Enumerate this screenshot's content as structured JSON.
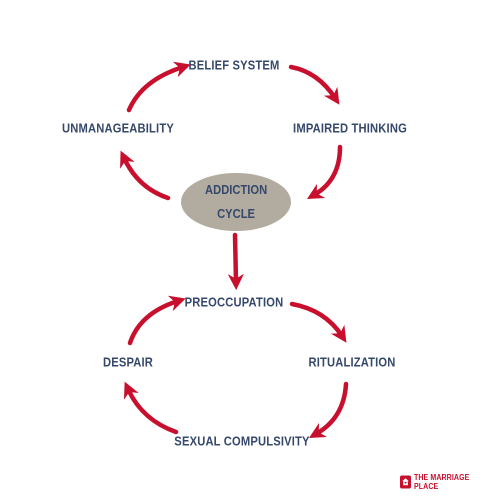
{
  "diagram": {
    "top_cycle": {
      "belief_system": "BELIEF SYSTEM",
      "impaired_thinking": "IMPAIRED THINKING",
      "unmanageability": "UNMANAGEABILITY"
    },
    "center": {
      "line1": "ADDICTION",
      "line2": "CYCLE"
    },
    "bottom_cycle": {
      "preoccupation": "PREOCCUPATION",
      "ritualization": "RITUALIZATION",
      "sexual_compulsivity": "SEXUAL COMPULSIVITY",
      "despair": "DESPAIR"
    }
  },
  "brand": {
    "name": "THE MARRIAGE PLACE",
    "icon": "marriage-place-logo-icon"
  },
  "colors": {
    "text": "#36486b",
    "arrow": "#c8102e",
    "ellipse": "#b2aca0",
    "background": "#ffffff"
  }
}
